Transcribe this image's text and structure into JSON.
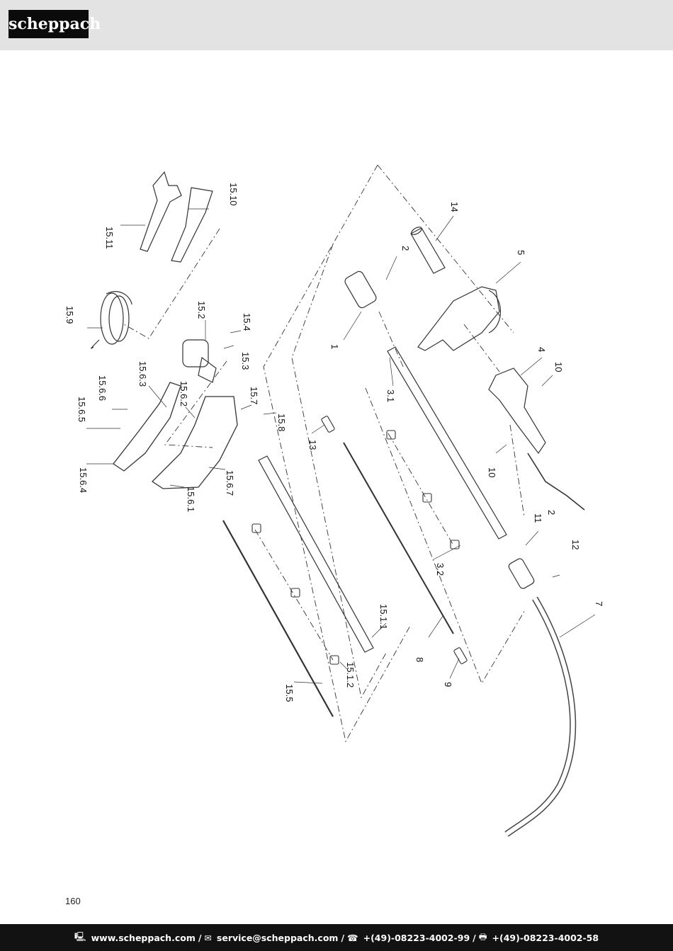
{
  "header": {
    "logo_text": "scheppach"
  },
  "diagram": {
    "part_labels": [
      "1",
      "2",
      "3.1",
      "3.2",
      "4",
      "5",
      "7",
      "8",
      "9",
      "10",
      "10",
      "11",
      "2",
      "12",
      "13",
      "14",
      "15.1.1",
      "15.1.2",
      "15.2",
      "15.3",
      "15.4",
      "15.5",
      "15.6.1",
      "15.6.2",
      "15.6.3",
      "15.6.4",
      "15.6.5",
      "15.6.6",
      "15.6.7",
      "15.7",
      "15.8",
      "15.9",
      "15.10",
      "15.11"
    ]
  },
  "page_number": "160",
  "footer": {
    "website_icon": "computer-icon",
    "website": "www.scheppach.com",
    "email_icon": "mail-icon",
    "email": "service@scheppach.com",
    "phone_icon": "phone-icon",
    "phone": "+(49)-08223-4002-99",
    "fax_icon": "fax-icon",
    "fax": "+(49)-08223-4002-58",
    "separator": "/"
  }
}
